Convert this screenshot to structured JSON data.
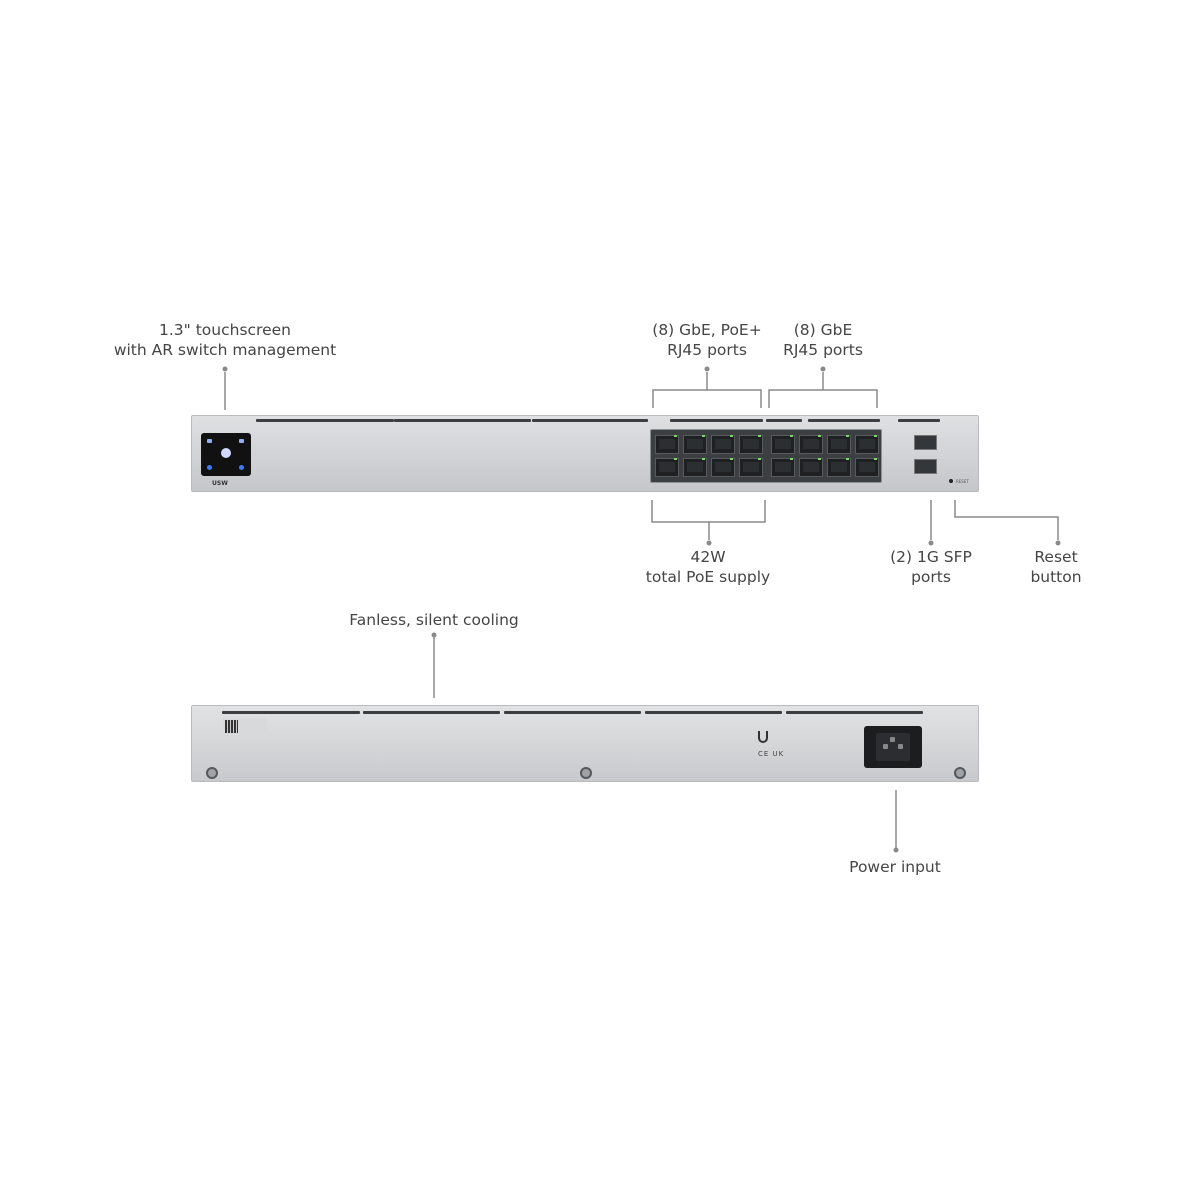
{
  "labels": {
    "touchscreen": [
      "1.3\" touchscreen",
      "with AR switch management"
    ],
    "poe_ports": [
      "(8) GbE, PoE+",
      "RJ45 ports"
    ],
    "gbe_ports": [
      "(8) GbE",
      "RJ45 ports"
    ],
    "poe_supply": [
      "42W",
      "total PoE supply"
    ],
    "sfp_ports": [
      "(2) 1G SFP",
      "ports"
    ],
    "reset": [
      "Reset",
      "button"
    ],
    "cooling": "Fanless, silent cooling",
    "power": "Power input"
  },
  "device": {
    "model_tag": "USW",
    "reset_text": "RESET",
    "cert_marks": "CE UK",
    "line_color": "#8a8a8a"
  }
}
